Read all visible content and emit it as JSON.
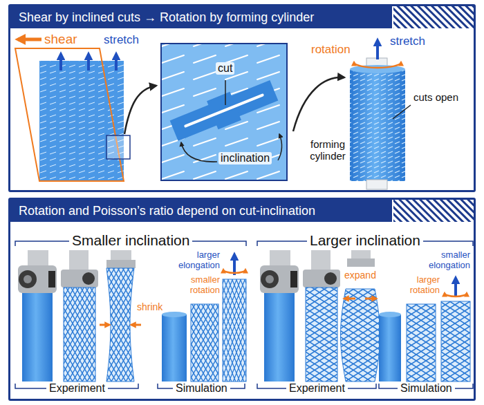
{
  "diagram": {
    "nodes": [
      {
        "text": [
          "Shear by inclined cuts → Rotation by forming cylinder"
        ]
      },
      {
        "text": [
          "cut",
          "inclination"
        ],
        "in": 0
      },
      {
        "text": [
          "Rotation and Poisson’s ratio depend on cut-inclination"
        ]
      }
    ],
    "labels": [
      "shear",
      "stretch",
      "forming cylinder",
      "rotation",
      "stretch",
      "cuts open",
      "Smaller inclination",
      "larger elongation",
      "smaller rotation",
      "shrink",
      "Experiment",
      "Simulation",
      "Larger inclination",
      "smaller elongation",
      "larger rotation",
      "expand",
      "Experiment",
      "Simulation"
    ]
  }
}
